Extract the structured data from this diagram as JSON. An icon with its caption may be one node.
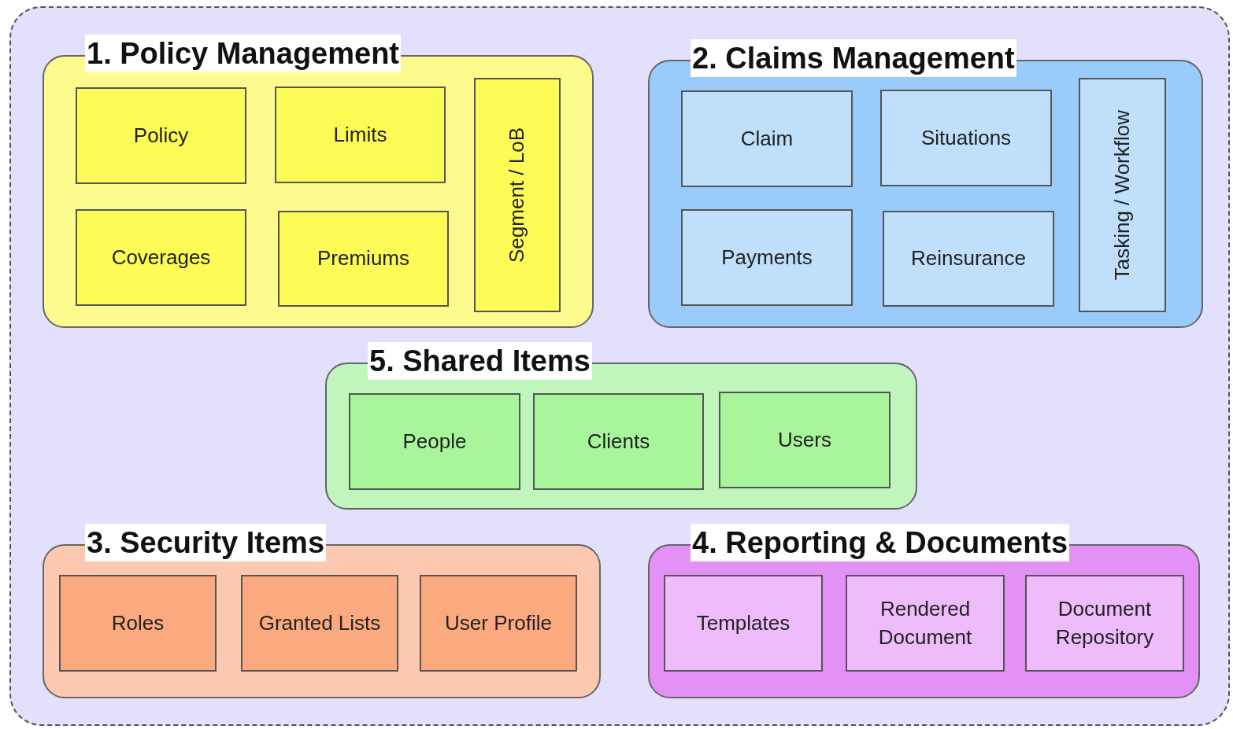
{
  "diagram": {
    "nodes": [
      {
        "text": [],
        "shape": "box"
      },
      {
        "text": [
          "1. Policy Management"
        ],
        "in": 0
      },
      {
        "text": [
          "Policy"
        ],
        "in": 1
      },
      {
        "text": [
          "Limits"
        ],
        "in": 1
      },
      {
        "text": [
          "Segment / LoB"
        ],
        "in": 1
      },
      {
        "text": [
          "Coverages"
        ],
        "in": 1
      },
      {
        "text": [
          "Premiums"
        ],
        "in": 1
      },
      {
        "text": [
          "2. Claims Management"
        ],
        "in": 0
      },
      {
        "text": [
          "Claim"
        ],
        "in": 7
      },
      {
        "text": [
          "Situations"
        ],
        "in": 7
      },
      {
        "text": [
          "Tasking / Workflow"
        ],
        "in": 7
      },
      {
        "text": [
          "Payments"
        ],
        "in": 7
      },
      {
        "text": [
          "Reinsurance"
        ],
        "in": 7
      },
      {
        "text": [
          "5. Shared Items"
        ],
        "in": 0
      },
      {
        "text": [
          "People"
        ],
        "in": 13
      },
      {
        "text": [
          "Clients"
        ],
        "in": 13
      },
      {
        "text": [
          "Users"
        ],
        "in": 13
      },
      {
        "text": [
          "3. Security Items"
        ],
        "in": 0
      },
      {
        "text": [
          "Roles"
        ],
        "in": 17
      },
      {
        "text": [
          "Granted Lists"
        ],
        "in": 17
      },
      {
        "text": [
          "User Profile"
        ],
        "in": 17
      },
      {
        "text": [
          "4. Reporting & Documents"
        ],
        "in": 0
      },
      {
        "text": [
          "Templates"
        ],
        "in": 21
      },
      {
        "text": [
          "Rendered Document"
        ],
        "in": 21
      },
      {
        "text": [
          "Document Repository"
        ],
        "in": 21
      }
    ],
    "edges": []
  }
}
